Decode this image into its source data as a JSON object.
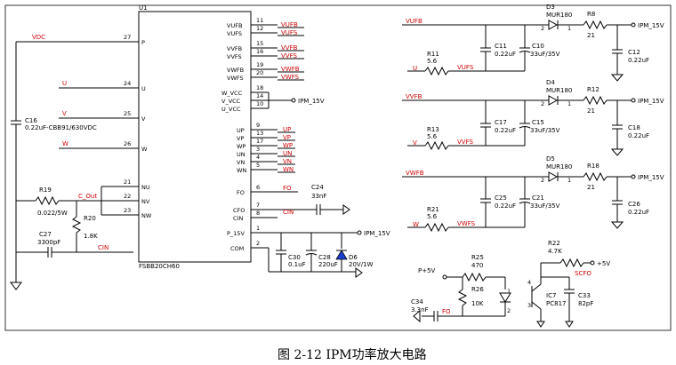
{
  "caption": "图 2-12 IPM功率放大电路",
  "ic": {
    "ref": "U1",
    "part": "FSBB20CH60",
    "left_pins": [
      {
        "name": "P",
        "num": "27"
      },
      {
        "name": "U",
        "num": "24"
      },
      {
        "name": "V",
        "num": "25"
      },
      {
        "name": "W",
        "num": "26"
      },
      {
        "name": "NU",
        "num": "21"
      },
      {
        "name": "NV",
        "num": "22"
      },
      {
        "name": "NW",
        "num": "23"
      }
    ],
    "right_pins": [
      {
        "name": "VUFB",
        "num": "11"
      },
      {
        "name": "VUFS",
        "num": "12"
      },
      {
        "name": "VVFB",
        "num": "15"
      },
      {
        "name": "VVFS",
        "num": "16"
      },
      {
        "name": "VWFB",
        "num": "19"
      },
      {
        "name": "VWFS",
        "num": "20"
      },
      {
        "name": "W_VCC",
        "num": "18"
      },
      {
        "name": "V_VCC",
        "num": "14"
      },
      {
        "name": "U_VCC",
        "num": "10"
      },
      {
        "name": "UP",
        "num": "9"
      },
      {
        "name": "VP",
        "num": "13"
      },
      {
        "name": "WP",
        "num": "17"
      },
      {
        "name": "UN",
        "num": "3"
      },
      {
        "name": "VN",
        "num": "4"
      },
      {
        "name": "WN",
        "num": "5"
      },
      {
        "name": "FO",
        "num": "6"
      },
      {
        "name": "CFO",
        "num": "7"
      },
      {
        "name": "CIN",
        "num": "8"
      },
      {
        "name": "P_15V",
        "num": "1"
      },
      {
        "name": "COM",
        "num": "2"
      }
    ]
  },
  "nets": {
    "vdc": "VDC",
    "u": "U",
    "v": "V",
    "w": "W",
    "c_out": "C_Out",
    "cin": "CIN",
    "vufb": "VUFB",
    "vufs": "VUFS",
    "vvfb": "VVFB",
    "vvfs": "VVFS",
    "vwfb": "VWFB",
    "vwfs": "VWFS",
    "up": "UP",
    "vp": "VP",
    "wp": "WP",
    "un": "UN",
    "vn": "VN",
    "wn": "WN",
    "fo": "FO",
    "ipm15": "IPM_15V",
    "p5v": "P+5V",
    "p5v2": "+5V",
    "scfo": "SCFO"
  },
  "parts": {
    "c16": [
      "C16",
      "0.22uF-CBB91/630VDC"
    ],
    "r19": [
      "R19",
      "0.022/5W"
    ],
    "r20": [
      "R20",
      "1.8K"
    ],
    "c27": [
      "C27",
      "3300pF"
    ],
    "c24": [
      "C24",
      "33nF"
    ],
    "c30": [
      "C30",
      "0.1uF"
    ],
    "c28": [
      "C28",
      "220uF"
    ],
    "d6": [
      "D6",
      "20V/1W"
    ],
    "d3": [
      "D3",
      "MUR180"
    ],
    "d4": [
      "D4",
      "MUR180"
    ],
    "d5": [
      "D5",
      "MUR180"
    ],
    "r8": [
      "R8",
      "21"
    ],
    "r12": [
      "R12",
      "21"
    ],
    "r18": [
      "R18",
      "21"
    ],
    "r11": [
      "R11",
      "5.6"
    ],
    "r13": [
      "R13",
      "5.6"
    ],
    "r21": [
      "R21",
      "5.6"
    ],
    "c11": [
      "C11",
      "0.22uF"
    ],
    "c17": [
      "C17",
      "0.22uF"
    ],
    "c25": [
      "C25",
      "0.22uF"
    ],
    "c10": [
      "C10",
      "33uF/35V"
    ],
    "c15": [
      "C15",
      "33uF/35V"
    ],
    "c21": [
      "C21",
      "33uF/35V"
    ],
    "c12": [
      "C12",
      "0.22uF"
    ],
    "c18": [
      "C18",
      "0.22uF"
    ],
    "c26": [
      "C26",
      "0.22uF"
    ],
    "r25": [
      "R25",
      "470"
    ],
    "r26": [
      "R26",
      "10K"
    ],
    "r22": [
      "R22",
      "4.7K"
    ],
    "ic7": [
      "IC7",
      "PC817"
    ],
    "c33": [
      "C33",
      "82pF"
    ],
    "c34": [
      "C34",
      "3.3nF"
    ]
  }
}
